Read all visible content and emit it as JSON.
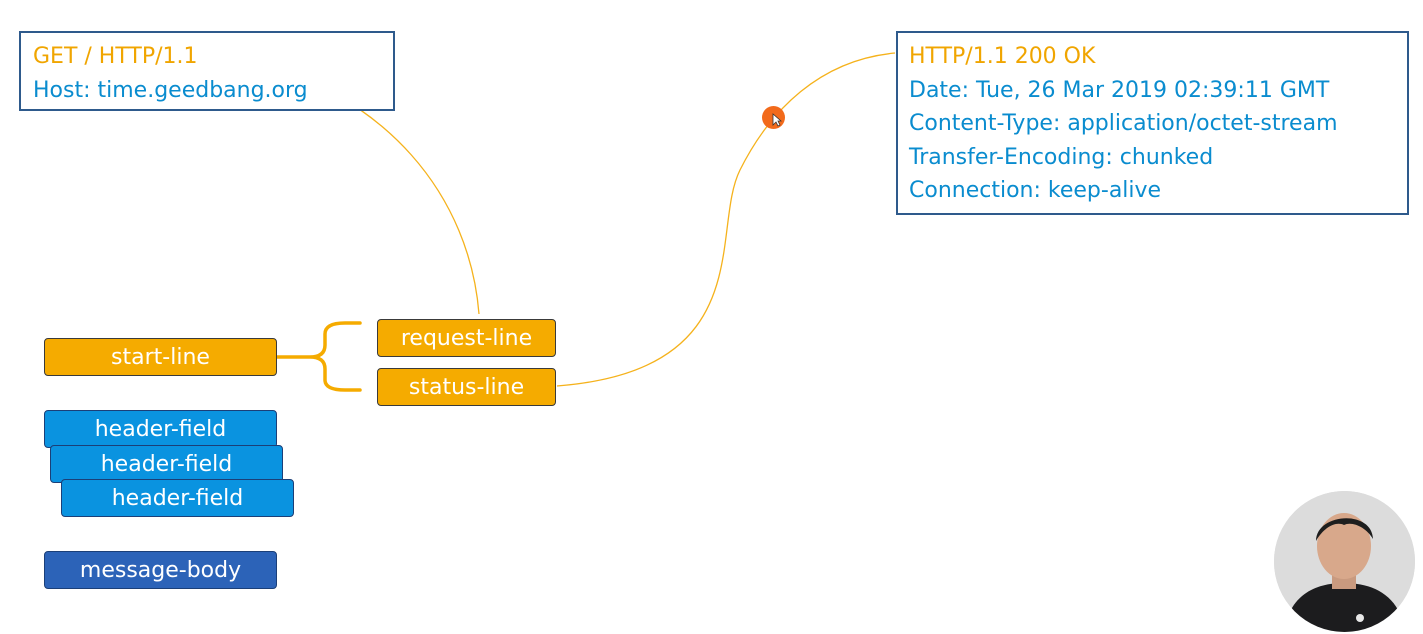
{
  "request": {
    "start_line": "GET / HTTP/1.1",
    "headers": [
      "Host: time.geedbang.org"
    ]
  },
  "response": {
    "start_line": "HTTP/1.1 200 OK",
    "headers": [
      "Date: Tue, 26 Mar 2019 02:39:11 GMT",
      "Content-Type: application/octet-stream",
      "Transfer-Encoding: chunked",
      "Connection: keep-alive"
    ]
  },
  "structure": {
    "start_line": "start-line",
    "request_line": "request-line",
    "status_line": "status-line",
    "header_fields": [
      "header-field",
      "header-field",
      "header-field"
    ],
    "message_body": "message-body"
  },
  "colors": {
    "orange": "#f5ab00",
    "header_blue": "#0a93e0",
    "body_navy": "#2c63b8",
    "text_blue": "#0a8ccf",
    "box_border": "#2e5a8c",
    "connector": "#f5b21c",
    "cursor": "#f26a1b"
  },
  "icons": {
    "cursor": "mouse-cursor-icon",
    "presenter": "presenter-avatar"
  }
}
